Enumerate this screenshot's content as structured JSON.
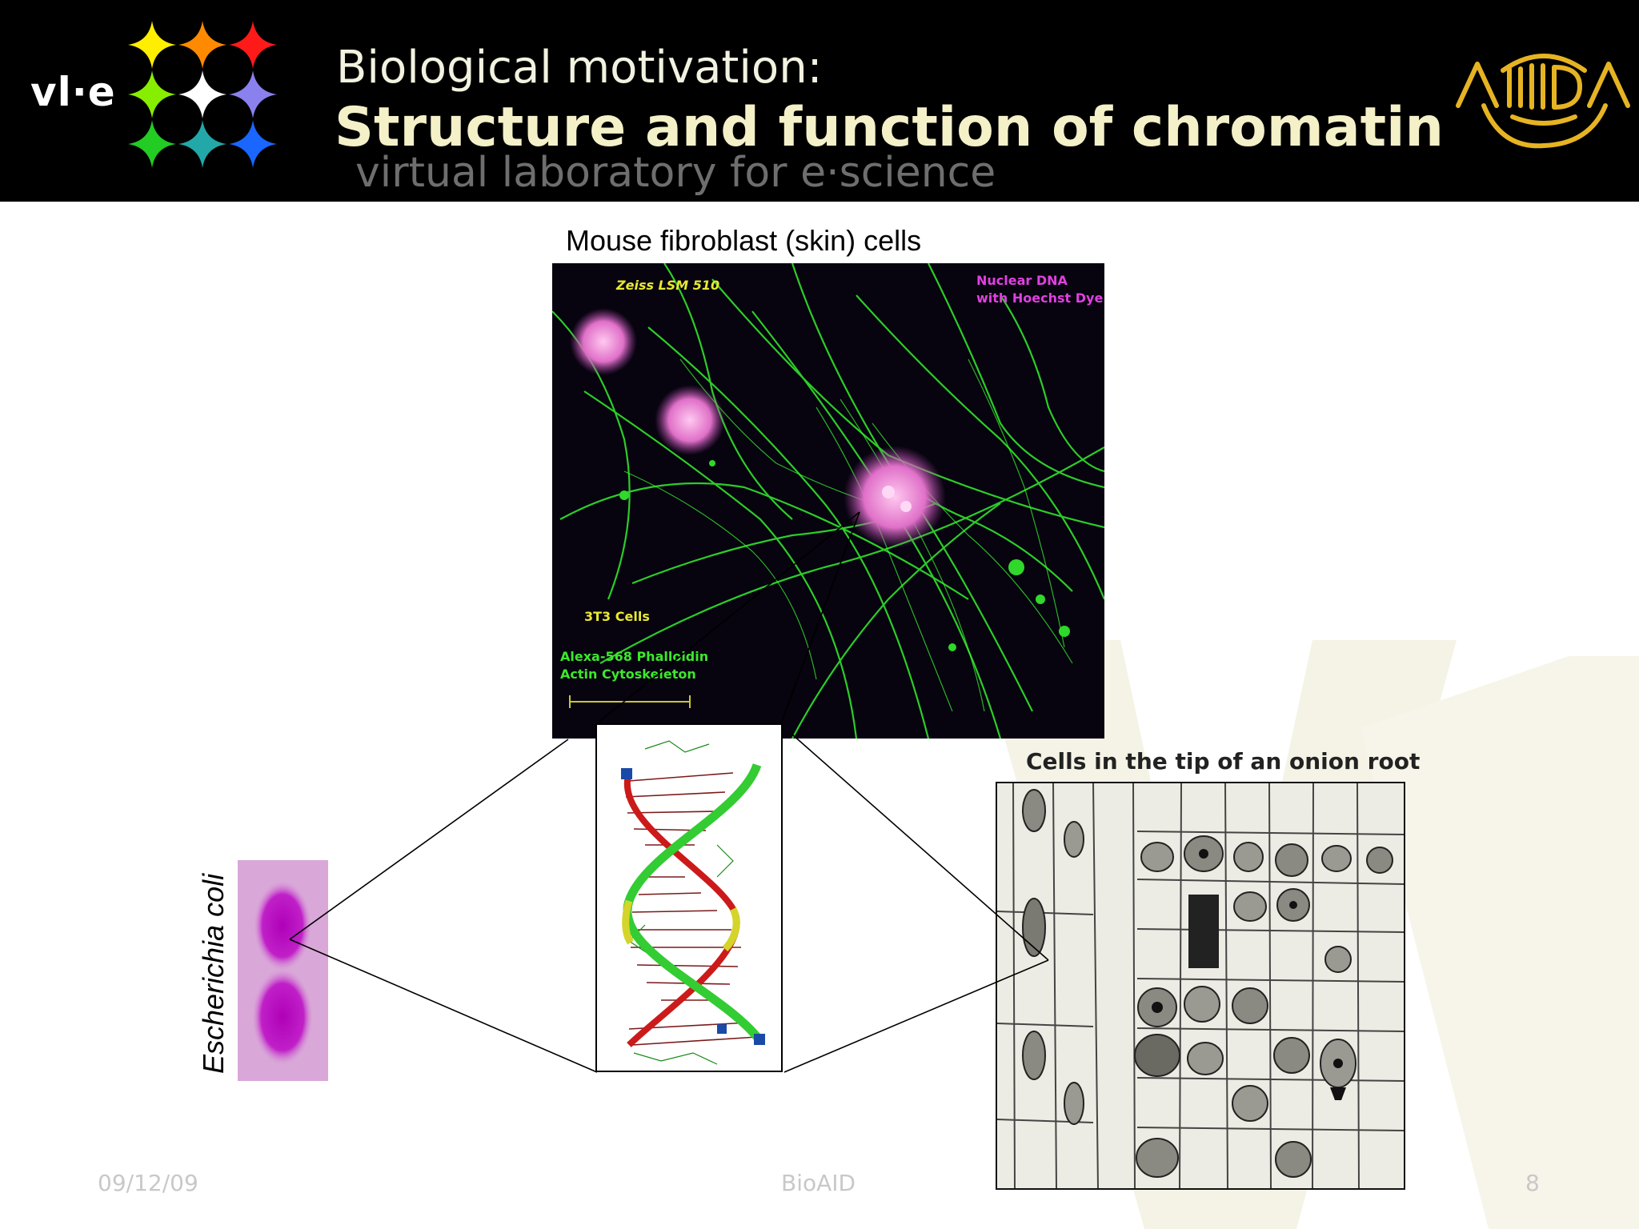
{
  "header": {
    "vle_logo_text": "vl·e",
    "title_line1": "Biological motivation:",
    "title_line2": "Structure and function of chromatin",
    "subtitle": "virtual laboratory for e·science",
    "right_logo": "BioAID logo"
  },
  "figures": {
    "mouse_caption": "Mouse fibroblast (skin) cells",
    "mouse_labels": {
      "microscope": "Zeiss LSM 510",
      "nuclear_line1": "Nuclear DNA",
      "nuclear_line2": "with Hoechst Dye",
      "cells": "3T3 Cells",
      "actin_line1": "Alexa-568 Phalloidin",
      "actin_line2": "Actin Cytoskeleton"
    },
    "onion_caption": "Cells in the tip of an onion root",
    "ecoli_label": "Escherichia coli"
  },
  "footer": {
    "date": "09/12/09",
    "center": "BioAID",
    "page": "8"
  },
  "colors": {
    "header_bg": "#000000",
    "title_color": "#f4f0c8",
    "actin_green": "#2fd82a",
    "nucleus_pink": "#e880d8",
    "ecoli_magenta": "#c814c8",
    "bioaid_gold": "#e6b422"
  }
}
